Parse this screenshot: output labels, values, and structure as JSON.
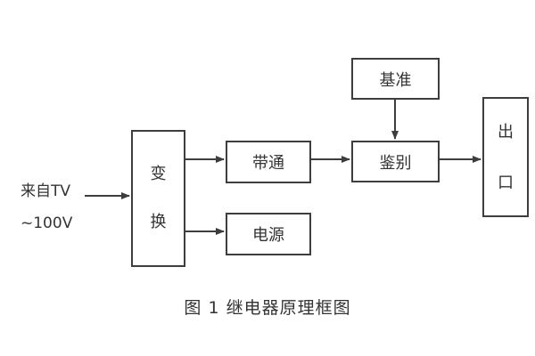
{
  "diagram": {
    "source": {
      "line1": "来自TV",
      "line2": "~100V"
    },
    "blocks": {
      "transform": "变换",
      "bandpass": "带通",
      "power": "电源",
      "reference": "基准",
      "discriminator": "鉴别",
      "output": "出口"
    },
    "arrows": [
      "input-to-transform",
      "transform-to-bandpass",
      "transform-to-power",
      "bandpass-to-discriminator",
      "reference-to-discriminator",
      "discriminator-to-output"
    ],
    "caption": "图 1 继电器原理框图",
    "colors": {
      "line": "#3d3d3d",
      "text": "#333333",
      "background": "#ffffff"
    }
  }
}
